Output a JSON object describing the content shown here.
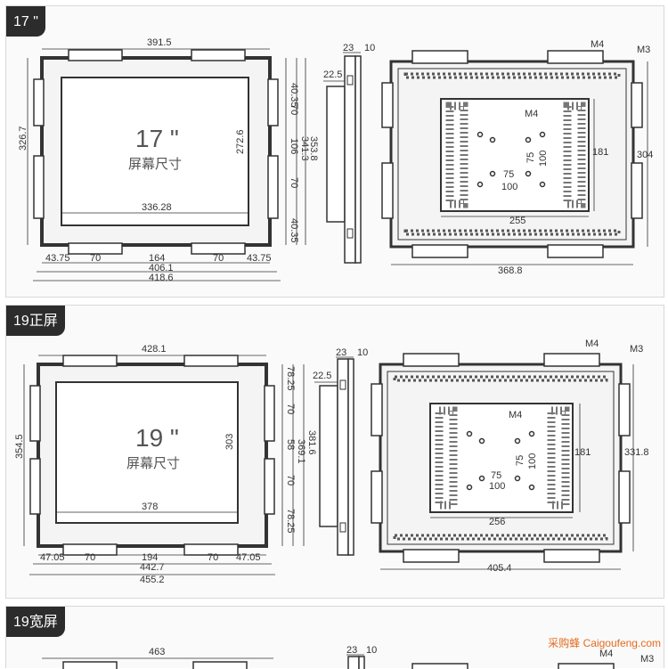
{
  "panels": [
    {
      "tag": "17 \"",
      "size_text": "17 \"",
      "caption": "屏幕尺寸",
      "front": {
        "width": "391.5",
        "left_height": "326.7",
        "inner_height": "272.6",
        "inner_width": "336.28",
        "right_dims": [
          "40.35",
          "70",
          "106",
          "70",
          "40.35"
        ],
        "h1": "341.3",
        "h2": "353.8",
        "bottom_row": [
          "43.75",
          "70",
          "164",
          "70",
          "43.75"
        ],
        "total1": "406.1",
        "total2": "418.6"
      },
      "side": {
        "top": "23",
        "tick": "10",
        "depth": "22.5"
      },
      "back": {
        "m4_top": "M4",
        "m3_top": "M3",
        "m4_inner": "M4",
        "vesa_small": "75",
        "vesa_large": "100",
        "plate_h": "181",
        "plate_w": "255",
        "right": "304",
        "bottom": "368.8"
      }
    },
    {
      "tag": "19正屏",
      "size_text": "19 \"",
      "caption": "屏幕尺寸",
      "front": {
        "width": "428.1",
        "left_height": "354.5",
        "inner_height": "303",
        "inner_width": "378",
        "right_dims": [
          "78.25",
          "70",
          "58",
          "70",
          "78.25"
        ],
        "h1": "369.1",
        "h2": "381.6",
        "bottom_row": [
          "47.05",
          "70",
          "194",
          "70",
          "47.05"
        ],
        "total1": "442.7",
        "total2": "455.2"
      },
      "side": {
        "top": "23",
        "tick": "10",
        "depth": "22.5"
      },
      "back": {
        "m4_top": "M4",
        "m3_top": "M3",
        "m4_inner": "M4",
        "vesa_small": "75",
        "vesa_large": "100",
        "plate_h": "181",
        "plate_w": "256",
        "right": "331.8",
        "bottom": "405.4"
      }
    },
    {
      "tag": "19宽屏",
      "front": {
        "width": "463"
      },
      "side": {
        "top": "23",
        "tick": "10"
      },
      "back": {
        "m4_top": "M4",
        "m3_top": "M3"
      }
    }
  ],
  "watermark": "采购蜂 Caigoufeng.com"
}
